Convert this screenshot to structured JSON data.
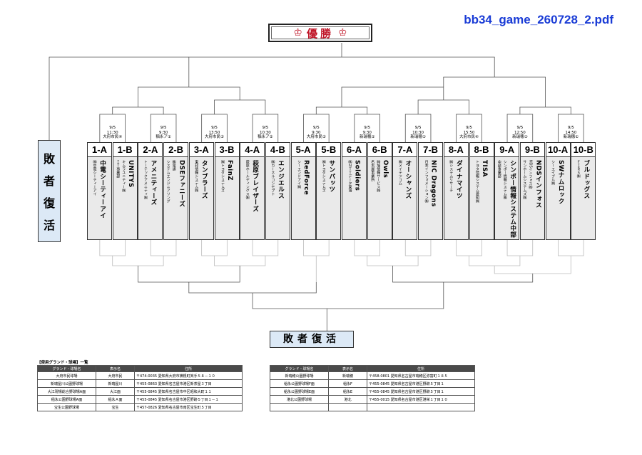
{
  "filename": "bb34_game_260728_2.pdf",
  "champion": {
    "label": "優勝",
    "crown": "♔"
  },
  "losers_side": {
    "chars": [
      "敗",
      "者",
      "復",
      "活"
    ]
  },
  "losers_bracket": {
    "label": "敗者復活"
  },
  "teams": [
    {
      "code": "1-A",
      "name": "中電シーティーアイ",
      "sub": "㈱中電シーティーアイ"
    },
    {
      "code": "1-B",
      "name": "UNITYS",
      "sub": "キムラユニティー㈱",
      "sub2": "ＩＴ事業部"
    },
    {
      "code": "2-A",
      "name": "アメニティーズ",
      "sub": "トーテックアメニティ㈱"
    },
    {
      "code": "2-B",
      "name": "DSEファニーズ",
      "sub": "㈱電通",
      "sub2": "システムエンジニアリング"
    },
    {
      "code": "3-A",
      "name": "タンブラーズ",
      "sub": "東邦情報システム㈱"
    },
    {
      "code": "3-B",
      "name": "FainZ",
      "sub": "㈱トヨタシステムズ"
    },
    {
      "code": "4-A",
      "name": "荻原ブレイザーズ",
      "sub": "萩原ホールディングス㈱"
    },
    {
      "code": "4-B",
      "name": "エンジエルス",
      "sub": "㈱カーネルコンセプト"
    },
    {
      "code": "5-A",
      "name": "RedForce",
      "sub": "シーエンドアイ㈱"
    },
    {
      "code": "5-B",
      "name": "サンパッツ",
      "sub": "㈱トヨタシステムズ"
    },
    {
      "code": "6-A",
      "name": "Soldiers",
      "sub": "㈱ＮＴＴデータ東海"
    },
    {
      "code": "6-B",
      "name": "Owls",
      "sub": "㈱旭情報サービス㈱",
      "sub2": "名古屋事業所"
    },
    {
      "code": "7-A",
      "name": "オーシャンズ",
      "sub": "㈱メイテツコム"
    },
    {
      "code": "7-B",
      "name": "NIC Dragons",
      "sub": "日本インフォメーション㈱"
    },
    {
      "code": "8-A",
      "name": "ダイナマイツ",
      "sub": "㈱システムリサーチ"
    },
    {
      "code": "8-B",
      "name": "TISA",
      "sub": "トヨタ情報システム愛知㈱"
    },
    {
      "code": "9-A",
      "name": "シンポー情報システム中部",
      "sub": "シンポー情報システム㈱",
      "sub2": "中部事業部"
    },
    {
      "code": "9-B",
      "name": "NDSインフォス",
      "sub": "NDSインフォス㈱",
      "sub2": "サンホームシステムズ㈱"
    },
    {
      "code": "10-A",
      "name": "SWナムロック",
      "sub": "シーエイブル㈱"
    },
    {
      "code": "10-B",
      "name": "ブルドッグス",
      "sub": "ＦＩＲＳ㈱"
    }
  ],
  "games": [
    {
      "date": "9/5",
      "time": "11:30",
      "venue": "大府市民④"
    },
    {
      "date": "9/5",
      "time": "9:30",
      "venue": "稲永ア①"
    },
    {
      "date": "9/5",
      "time": "13:50",
      "venue": "大府市民②"
    },
    {
      "date": "9/5",
      "time": "10:30",
      "venue": "稲永ア②"
    },
    {
      "date": "9/5",
      "time": "9:30",
      "venue": "大府市民②"
    },
    {
      "date": "9/5",
      "time": "9:30",
      "venue": "新瑞穂①"
    },
    {
      "date": "9/5",
      "time": "10:30",
      "venue": "新瑞穂①"
    },
    {
      "date": "9/5",
      "time": "15:50",
      "venue": "大府市民④"
    },
    {
      "date": "9/5",
      "time": "12:50",
      "venue": "新瑞穂①"
    },
    {
      "date": "9/5",
      "time": "14:50",
      "venue": "新瑞穂①"
    }
  ],
  "venue_table": {
    "title": "【使用グランド・球場】一覧",
    "headers": [
      "グランド・球場名",
      "表示名",
      "住所"
    ],
    "left_rows": [
      [
        "大府市民球場",
        "大府市民",
        "〒474-0035 愛知県大府市横根町箕手５８－１０"
      ],
      [
        "新瑞屋川公園野球場",
        "新瑞屋川",
        "〒455-0863 愛知県名古屋市港区新茶屋３丁目"
      ],
      [
        "大江現場総合野球場A面",
        "大江面",
        "〒455-0845 愛知県名古屋市中区昭和大町１１"
      ],
      [
        "稲永公園野球場A面",
        "稲永Ａ面",
        "〒455-0845 愛知県名古屋市港区野跡５丁目１－１"
      ],
      [
        "宝生公園野球場",
        "宝生",
        "〒457-0826 愛知県名古屋市南区宝生町５丁目"
      ]
    ],
    "right_rows": [
      [
        "新瑞穂公園野球場",
        "新瑞穂",
        "〒458-0801 愛知県名古屋市瑞穂区弥富町１８５"
      ],
      [
        "稲永公園野球場F面",
        "稲永F",
        "〒455-0845 愛知県名古屋市港区野跡５丁目１"
      ],
      [
        "稲永公園野球場E面",
        "稲永E",
        "〒455-0845 愛知県名古屋市港区野跡５丁目１"
      ],
      [
        "港北公園野球場",
        "港北",
        "〒455-0015 愛知県名古屋市港区港栄１丁目１０"
      ],
      [
        "",
        "",
        ""
      ]
    ]
  }
}
